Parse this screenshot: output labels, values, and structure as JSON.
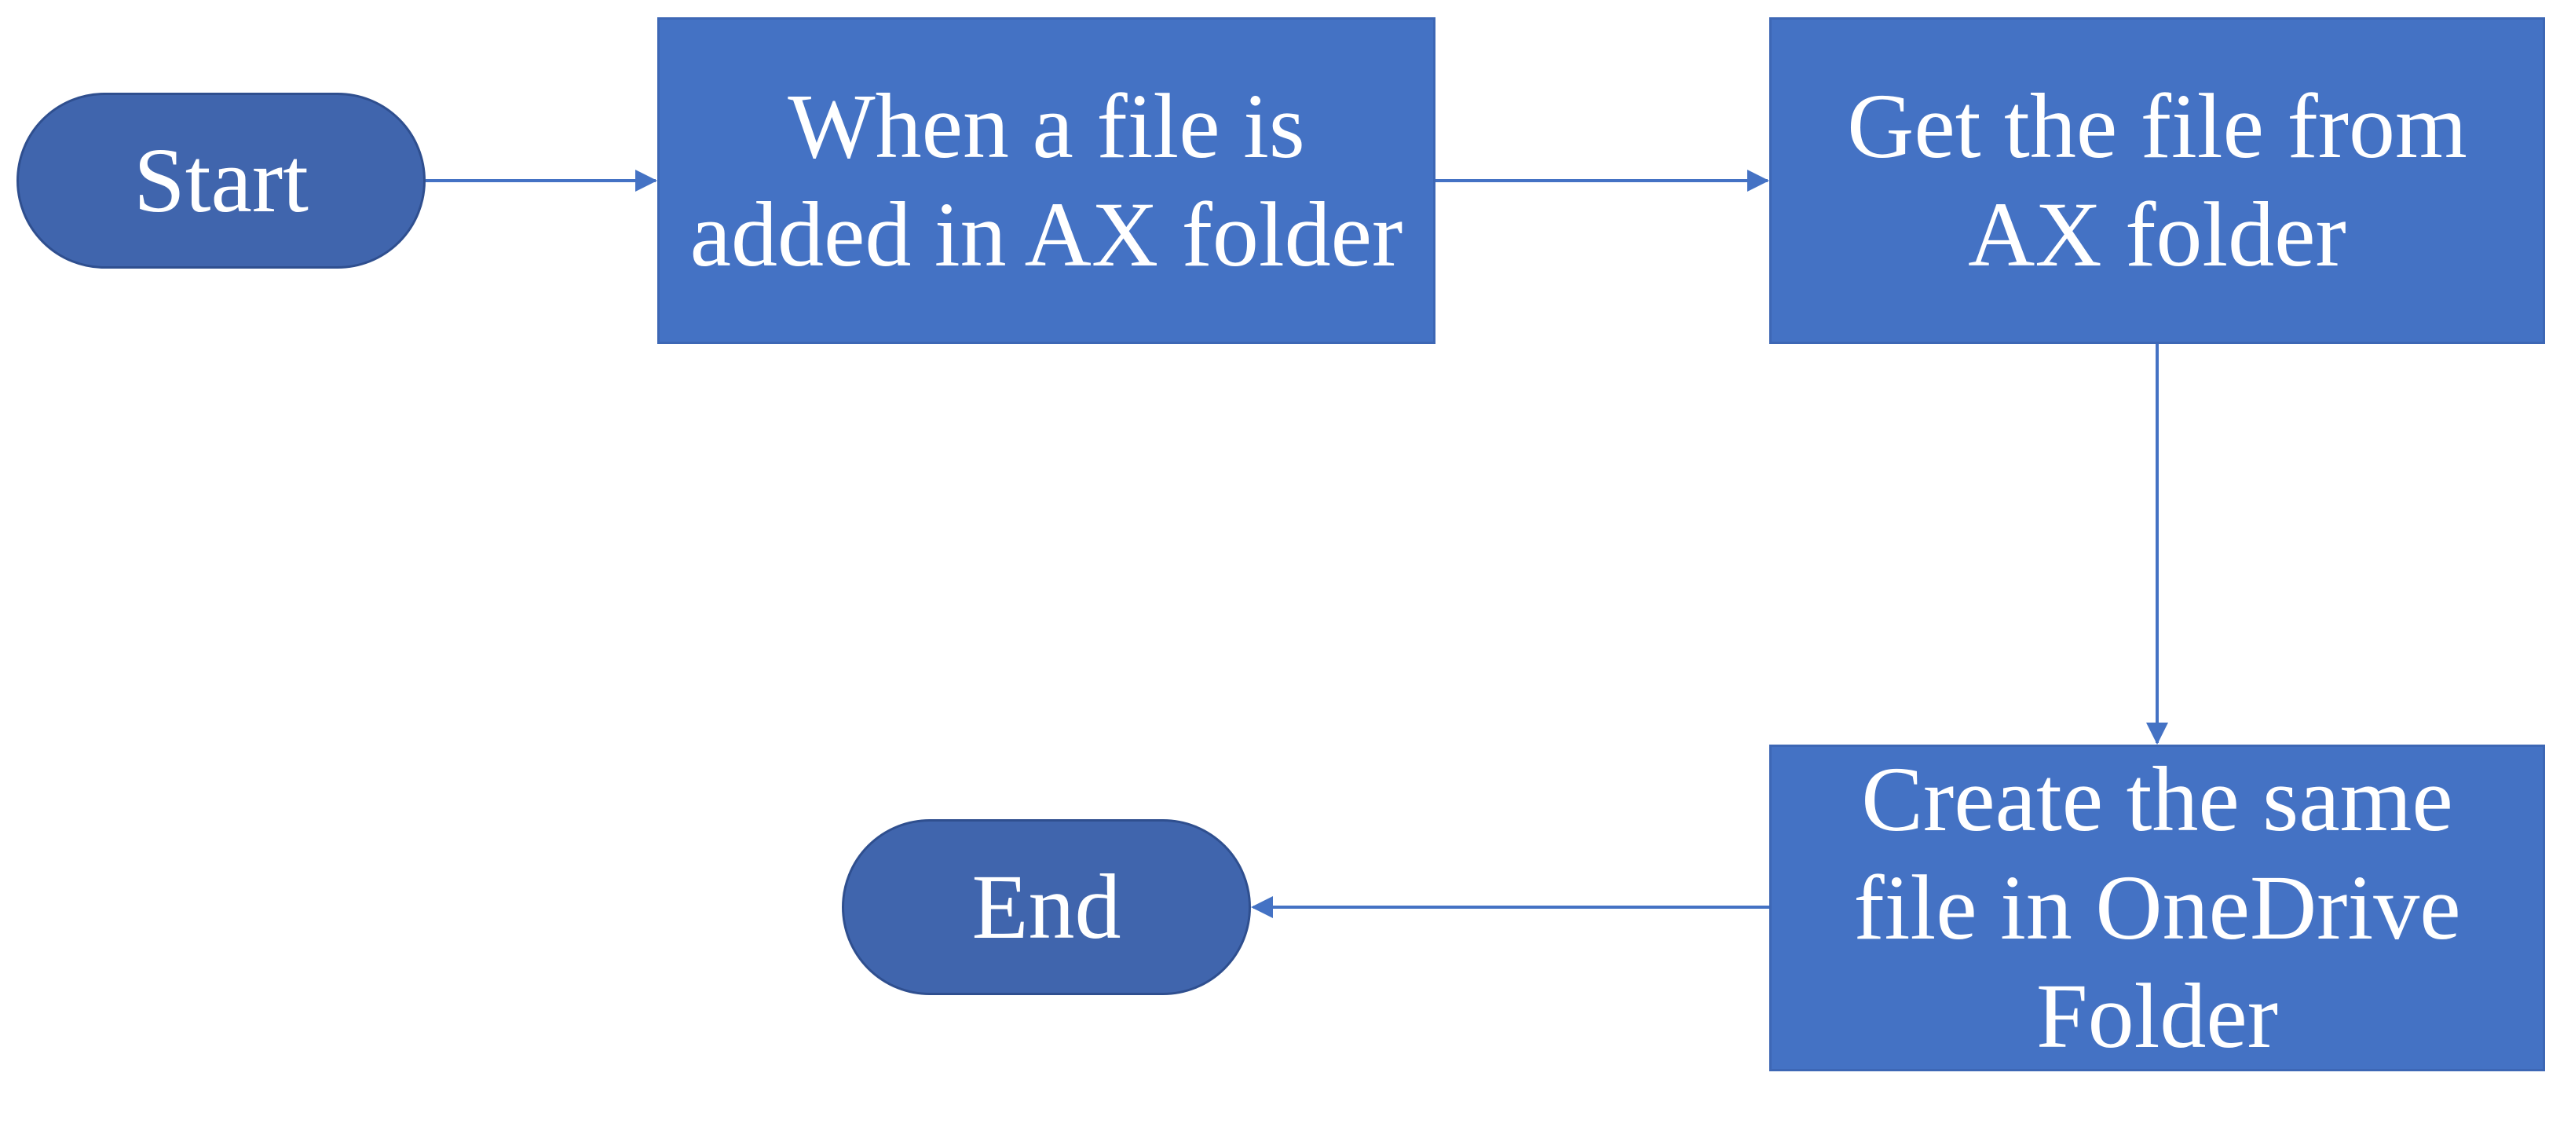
{
  "diagram": {
    "type": "flowchart",
    "colors": {
      "terminator_fill": "#4065ad",
      "process_fill": "#4472c4",
      "connector": "#4472c4",
      "text": "#ffffff"
    },
    "nodes": [
      {
        "id": "start",
        "shape": "terminator",
        "label": "Start"
      },
      {
        "id": "trigger",
        "shape": "process",
        "label": "When a file is\nadded in AX folder"
      },
      {
        "id": "get",
        "shape": "process",
        "label": "Get the file from\nAX folder"
      },
      {
        "id": "create",
        "shape": "process",
        "label": "Create the same\nfile in OneDrive\nFolder"
      },
      {
        "id": "end",
        "shape": "terminator",
        "label": "End"
      }
    ],
    "edges": [
      {
        "from": "start",
        "to": "trigger"
      },
      {
        "from": "trigger",
        "to": "get"
      },
      {
        "from": "get",
        "to": "create"
      },
      {
        "from": "create",
        "to": "end"
      }
    ]
  }
}
